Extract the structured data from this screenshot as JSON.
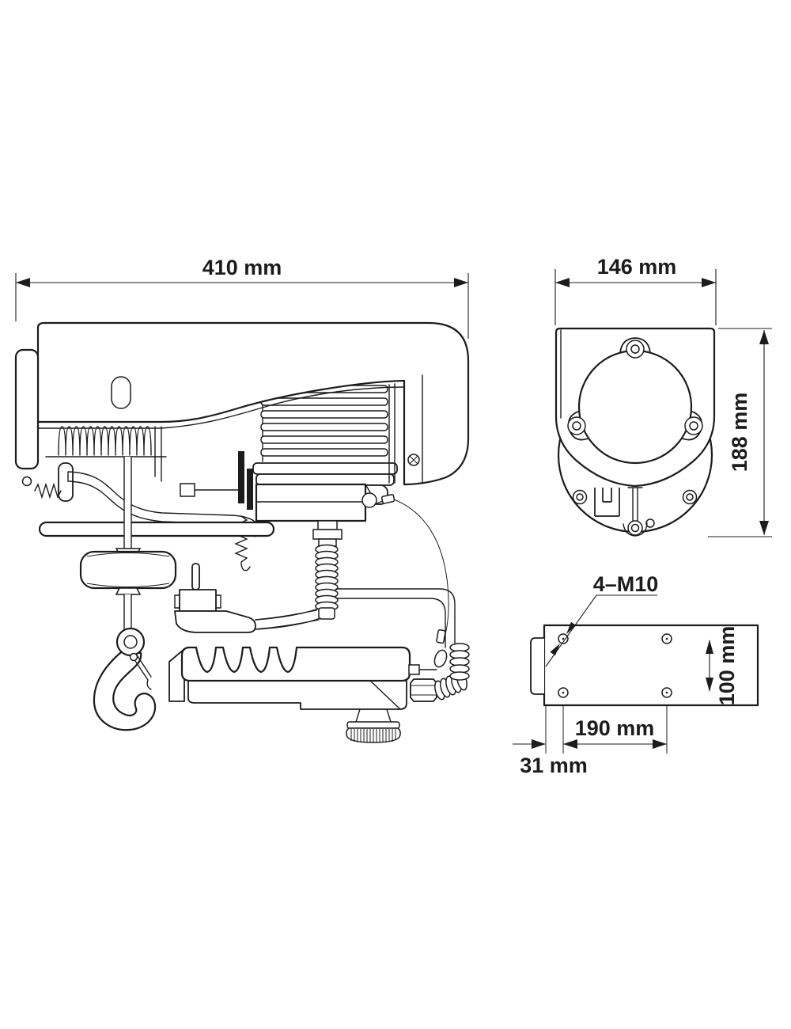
{
  "drawing": {
    "line_color": "#1c1c1c",
    "background": "#ffffff"
  },
  "side_view": {
    "width": "410 mm"
  },
  "end_view": {
    "width": "146 mm",
    "height": "188 mm"
  },
  "plate_view": {
    "thread": "4–M10",
    "vertical_spacing": "100 mm",
    "horizontal_spacing": "190 mm",
    "edge_offset": "31 mm"
  }
}
